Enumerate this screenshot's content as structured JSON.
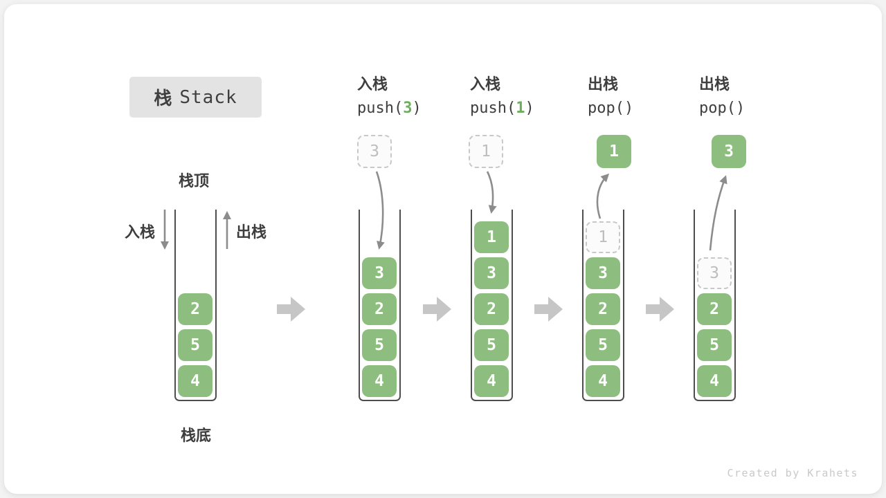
{
  "title": {
    "zh": "栈",
    "en": "Stack"
  },
  "labels": {
    "stack_top": "栈顶",
    "stack_bottom": "栈底",
    "push_label": "入栈",
    "pop_label": "出栈"
  },
  "columns": [
    {
      "name": "initial",
      "header": null,
      "float": null,
      "cells": [
        {
          "v": "2",
          "style": "solid"
        },
        {
          "v": "5",
          "style": "solid"
        },
        {
          "v": "4",
          "style": "solid"
        }
      ]
    },
    {
      "name": "push-3",
      "header": {
        "op": "入栈",
        "code_prefix": "push(",
        "code_arg": "3",
        "code_suffix": ")"
      },
      "float": {
        "v": "3",
        "style": "ghost"
      },
      "cells": [
        {
          "v": "3",
          "style": "solid"
        },
        {
          "v": "2",
          "style": "solid"
        },
        {
          "v": "5",
          "style": "solid"
        },
        {
          "v": "4",
          "style": "solid"
        }
      ]
    },
    {
      "name": "push-1",
      "header": {
        "op": "入栈",
        "code_prefix": "push(",
        "code_arg": "1",
        "code_suffix": ")"
      },
      "float": {
        "v": "1",
        "style": "ghost"
      },
      "cells": [
        {
          "v": "1",
          "style": "solid"
        },
        {
          "v": "3",
          "style": "solid"
        },
        {
          "v": "2",
          "style": "solid"
        },
        {
          "v": "5",
          "style": "solid"
        },
        {
          "v": "4",
          "style": "solid"
        }
      ]
    },
    {
      "name": "pop-1",
      "header": {
        "op": "出栈",
        "code_prefix": "pop(",
        "code_arg": "",
        "code_suffix": ")"
      },
      "float": {
        "v": "1",
        "style": "solid"
      },
      "cells": [
        {
          "v": "1",
          "style": "ghost"
        },
        {
          "v": "3",
          "style": "solid"
        },
        {
          "v": "2",
          "style": "solid"
        },
        {
          "v": "5",
          "style": "solid"
        },
        {
          "v": "4",
          "style": "solid"
        }
      ]
    },
    {
      "name": "pop-3",
      "header": {
        "op": "出栈",
        "code_prefix": "pop(",
        "code_arg": "",
        "code_suffix": ")"
      },
      "float": {
        "v": "3",
        "style": "solid"
      },
      "cells": [
        {
          "v": "3",
          "style": "ghost"
        },
        {
          "v": "2",
          "style": "solid"
        },
        {
          "v": "5",
          "style": "solid"
        },
        {
          "v": "4",
          "style": "solid"
        }
      ]
    }
  ],
  "footer": {
    "credit": "Created by Krahets"
  },
  "colors": {
    "block_green": "#8dbe80",
    "block_text": "#ffffff",
    "ghost_border": "#c8c8c8",
    "ghost_text": "#bdbdbd",
    "arg_green": "#6cae5e",
    "curve_arrow_gray": "#8c8c8c",
    "transition_arrow_gray": "#c6c6c6",
    "container_wall": "#4d4d4d",
    "title_bg": "#e3e3e3",
    "text_dark": "#3e3e3e",
    "credit_gray": "#c9c9c9"
  }
}
